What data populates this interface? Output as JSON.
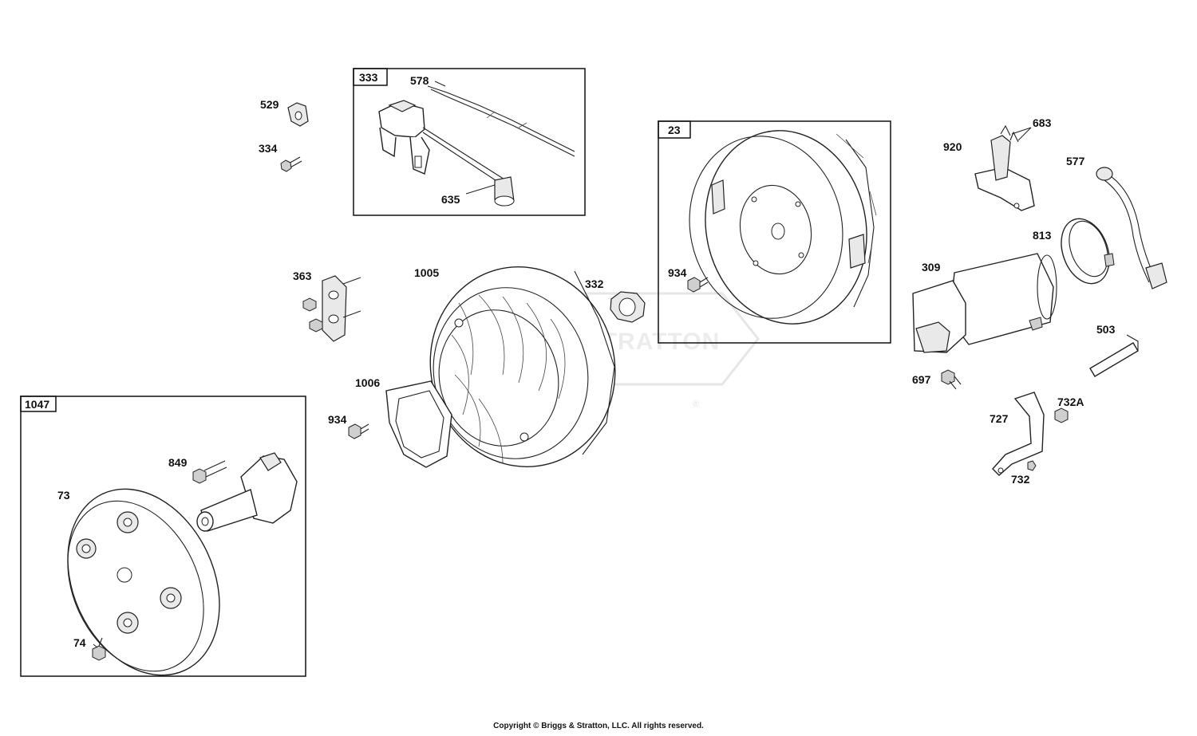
{
  "watermark": {
    "text": "STRATTON",
    "mark": "®"
  },
  "boxes": {
    "b333": "333",
    "b23": "23",
    "b1047": "1047"
  },
  "labels": {
    "l529": "529",
    "l334": "334",
    "l578": "578",
    "l635": "635",
    "l363": "363",
    "l1005": "1005",
    "l332": "332",
    "l934a": "934",
    "l934b": "934",
    "l1006": "1006",
    "l920": "920",
    "l683": "683",
    "l577": "577",
    "l813": "813",
    "l309": "309",
    "l503": "503",
    "l697": "697",
    "l727": "727",
    "l732A": "732A",
    "l732": "732",
    "l849": "849",
    "l73": "73",
    "l74": "74"
  },
  "footer": {
    "copyright": "Copyright © Briggs & Stratton, LLC. All rights reserved."
  }
}
